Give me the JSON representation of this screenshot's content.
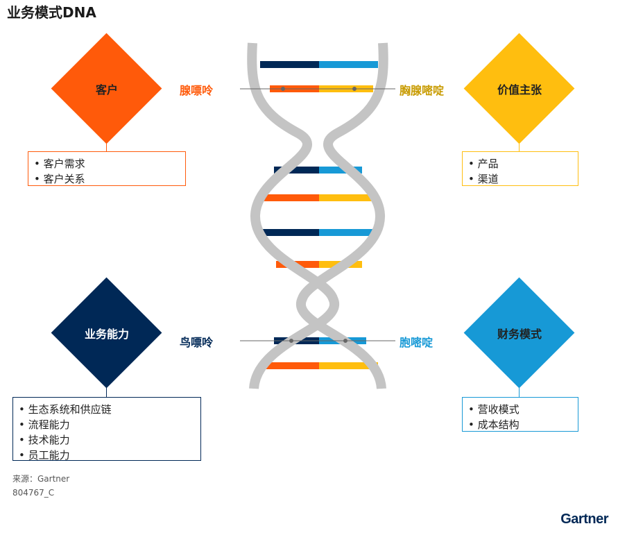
{
  "title": "业务模式DNA",
  "colors": {
    "orange": "#FF5A0A",
    "yellow": "#FFBE0F",
    "navy": "#002856",
    "blue": "#1799D6",
    "helix": "#C4C4C4"
  },
  "quadrants": {
    "customer": {
      "label": "客户",
      "items": [
        "客户需求",
        "客户关系"
      ]
    },
    "value": {
      "label": "价值主张",
      "items": [
        "产品",
        "渠道"
      ]
    },
    "capability": {
      "label": "业务能力",
      "items": [
        "生态系统和供应链",
        "流程能力",
        "技术能力",
        "员工能力"
      ]
    },
    "finance": {
      "label": "财务模式",
      "items": [
        "营收模式",
        "成本结构"
      ]
    }
  },
  "bases": {
    "adenine": "腺嘌呤",
    "thymine": "胸腺嘧啶",
    "guanine": "鸟嘌呤",
    "cytosine": "胞嘧啶"
  },
  "footer": {
    "source": "来源：Gartner",
    "code": "804767_C",
    "logo": "Gartner"
  }
}
